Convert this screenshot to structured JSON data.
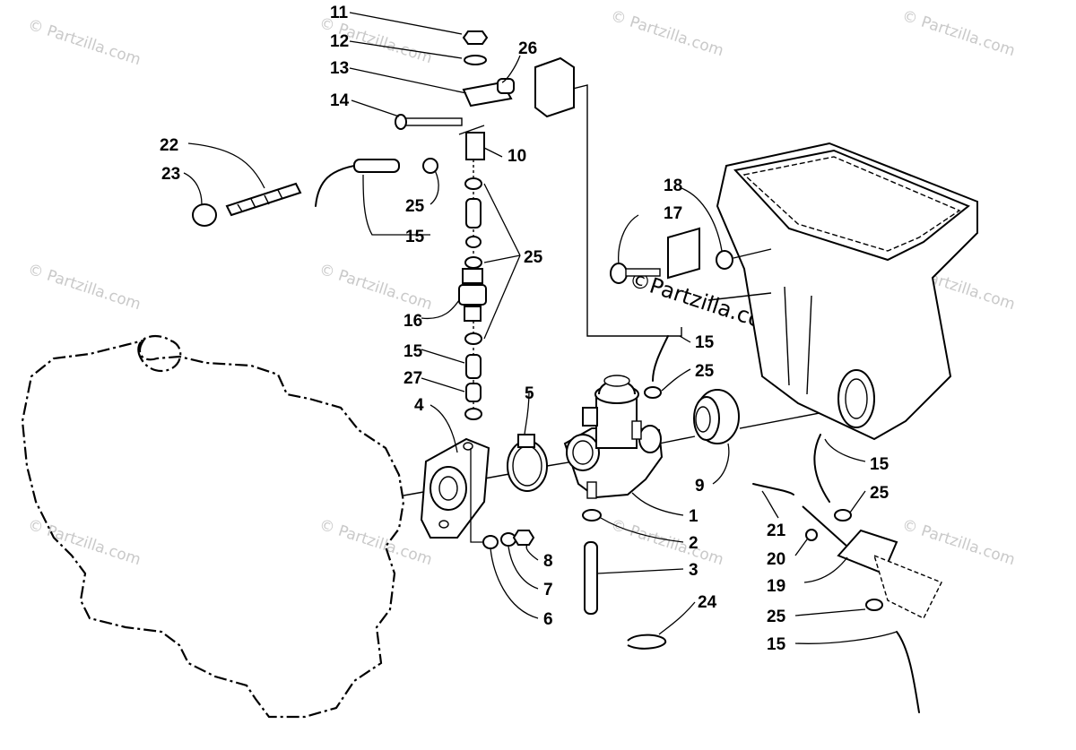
{
  "watermark": {
    "tiled_text": "© Partzilla.com",
    "center_text": "©Partzilla.com"
  },
  "callouts": {
    "c11": "11",
    "c12": "12",
    "c13": "13",
    "c14": "14",
    "c26": "26",
    "c10": "10",
    "c22": "22",
    "c23": "23",
    "c25a": "25",
    "c15a": "15",
    "c25b": "25",
    "c16": "16",
    "c15b": "15",
    "c27": "27",
    "c4": "4",
    "c5": "5",
    "c18": "18",
    "c17": "17",
    "c15c": "15",
    "c25c": "25",
    "c9": "9",
    "c1": "1",
    "c2": "2",
    "c3": "3",
    "c8": "8",
    "c7": "7",
    "c6": "6",
    "c24": "24",
    "c15d": "15",
    "c25d": "25",
    "c21": "21",
    "c20": "20",
    "c19": "19",
    "c25e": "25",
    "c15e": "15"
  },
  "colors": {
    "line": "#000000",
    "watermark": "#c9c9c9",
    "background": "#ffffff"
  }
}
